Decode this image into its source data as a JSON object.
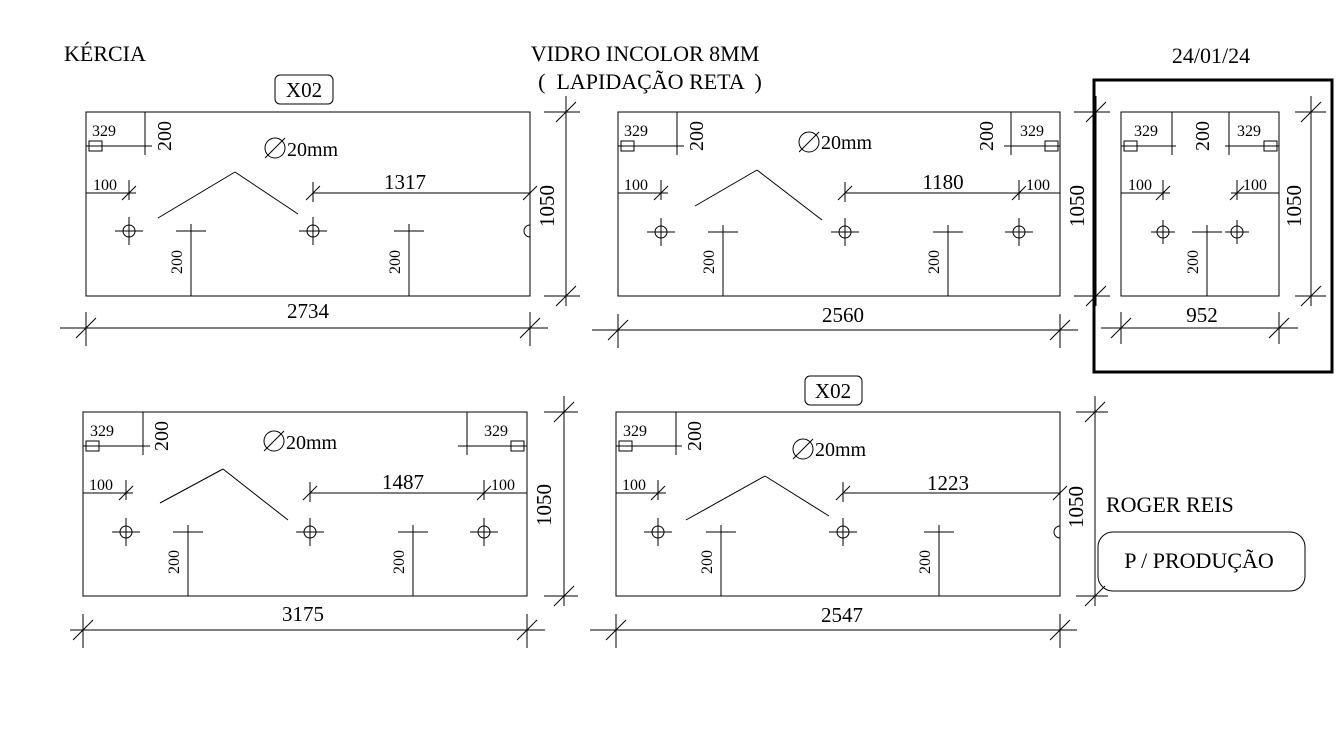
{
  "header": {
    "client": "KÉRCIA",
    "glass_line1": "VIDRO INCOLOR 8MM",
    "glass_line2": "(  LAPIDAÇÃO RETA  )",
    "date": "24/01/24"
  },
  "footer": {
    "name": "ROGER REIS",
    "stamp": "P / PRODUÇÃO"
  },
  "panels": [
    {
      "id": "panel-1",
      "quantity": "X02",
      "width": "2734",
      "height": "1050",
      "hole_label": "20mm",
      "left_notch": "329",
      "left_notch_h": "200",
      "left_edge": "100",
      "span": "1317",
      "hole_drop_1": "200",
      "hole_drop_2": "200"
    },
    {
      "id": "panel-2",
      "width": "2560",
      "height": "1050",
      "hole_label": "20mm",
      "left_notch": "329",
      "left_notch_h": "200",
      "right_notch": "329",
      "right_notch_h": "200",
      "left_edge": "100",
      "right_edge": "100",
      "span": "1180",
      "hole_drop_1": "200",
      "hole_drop_2": "200"
    },
    {
      "id": "panel-3",
      "width": "952",
      "height": "1050",
      "left_notch": "329",
      "right_notch": "329",
      "notch_h": "200",
      "left_edge": "100",
      "right_edge": "100",
      "hole_drop": "200"
    },
    {
      "id": "panel-4",
      "width": "3175",
      "height": "1050",
      "hole_label": "20mm",
      "left_notch": "329",
      "left_notch_h": "200",
      "right_notch": "329",
      "left_edge": "100",
      "right_edge": "100",
      "span": "1487",
      "hole_drop_1": "200",
      "hole_drop_2": "200"
    },
    {
      "id": "panel-5",
      "quantity": "X02",
      "width": "2547",
      "height": "1050",
      "hole_label": "20mm",
      "left_notch": "329",
      "left_notch_h": "200",
      "left_edge": "100",
      "span": "1223",
      "hole_drop_1": "200",
      "hole_drop_2": "200"
    }
  ]
}
